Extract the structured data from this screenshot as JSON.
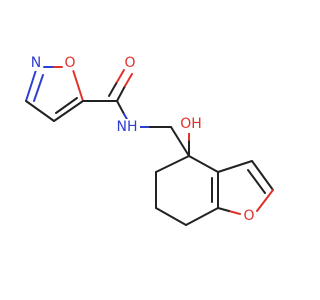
{
  "molecule": {
    "atom_labels": {
      "isoxazole_n": "N",
      "isoxazole_o": "O",
      "carbonyl_o": "O",
      "amide_n": "NH",
      "hydroxyl": "OH",
      "furan_o": "O"
    },
    "colors": {
      "bond": "#222222",
      "oxygen": "#e0322a",
      "nitrogen": "#2f3fd0"
    }
  }
}
